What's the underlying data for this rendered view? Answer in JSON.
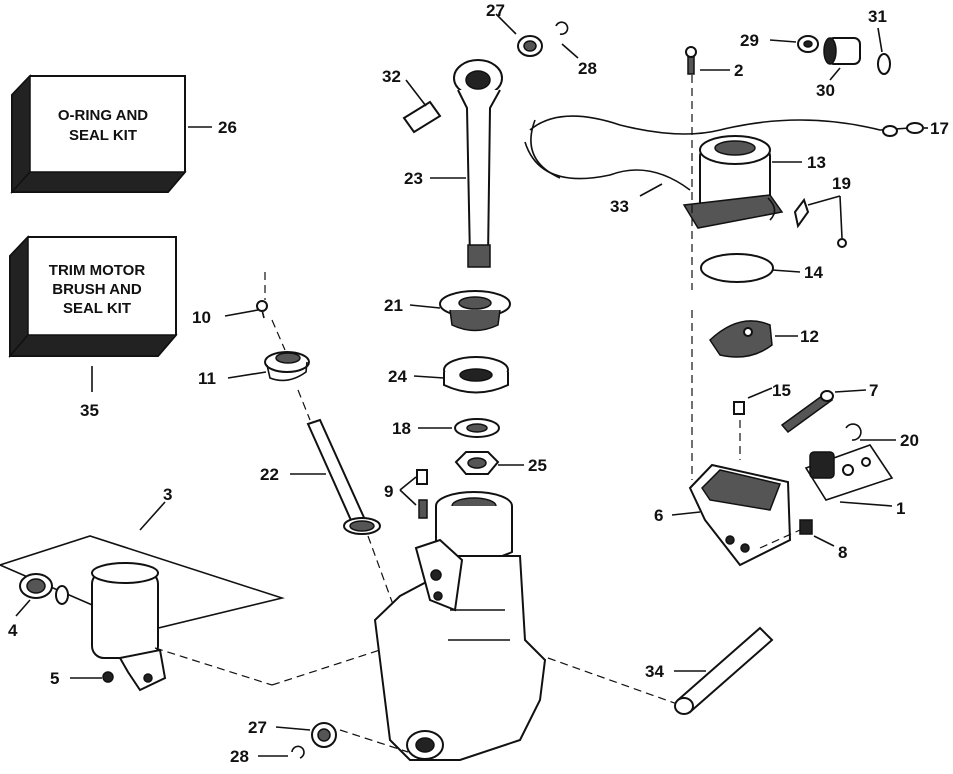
{
  "kits": {
    "oring": {
      "line1": "O-RING AND",
      "line2": "SEAL KIT",
      "number": "26"
    },
    "trim": {
      "line1": "TRIM MOTOR",
      "line2": "BRUSH AND",
      "line3": "SEAL KIT",
      "number": "35"
    }
  },
  "callouts": {
    "n1": "1",
    "n2": "2",
    "n3": "3",
    "n4": "4",
    "n5": "5",
    "n6": "6",
    "n7": "7",
    "n8": "8",
    "n9": "9",
    "n10": "10",
    "n11": "11",
    "n12": "12",
    "n13": "13",
    "n14": "14",
    "n15": "15",
    "n17": "17",
    "n18": "18",
    "n19": "19",
    "n20": "20",
    "n21": "21",
    "n22": "22",
    "n23": "23",
    "n24": "24",
    "n25": "25",
    "n27a": "27",
    "n27b": "27",
    "n28a": "28",
    "n28b": "28",
    "n29": "29",
    "n30": "30",
    "n31": "31",
    "n32": "32",
    "n33": "33",
    "n34": "34"
  }
}
